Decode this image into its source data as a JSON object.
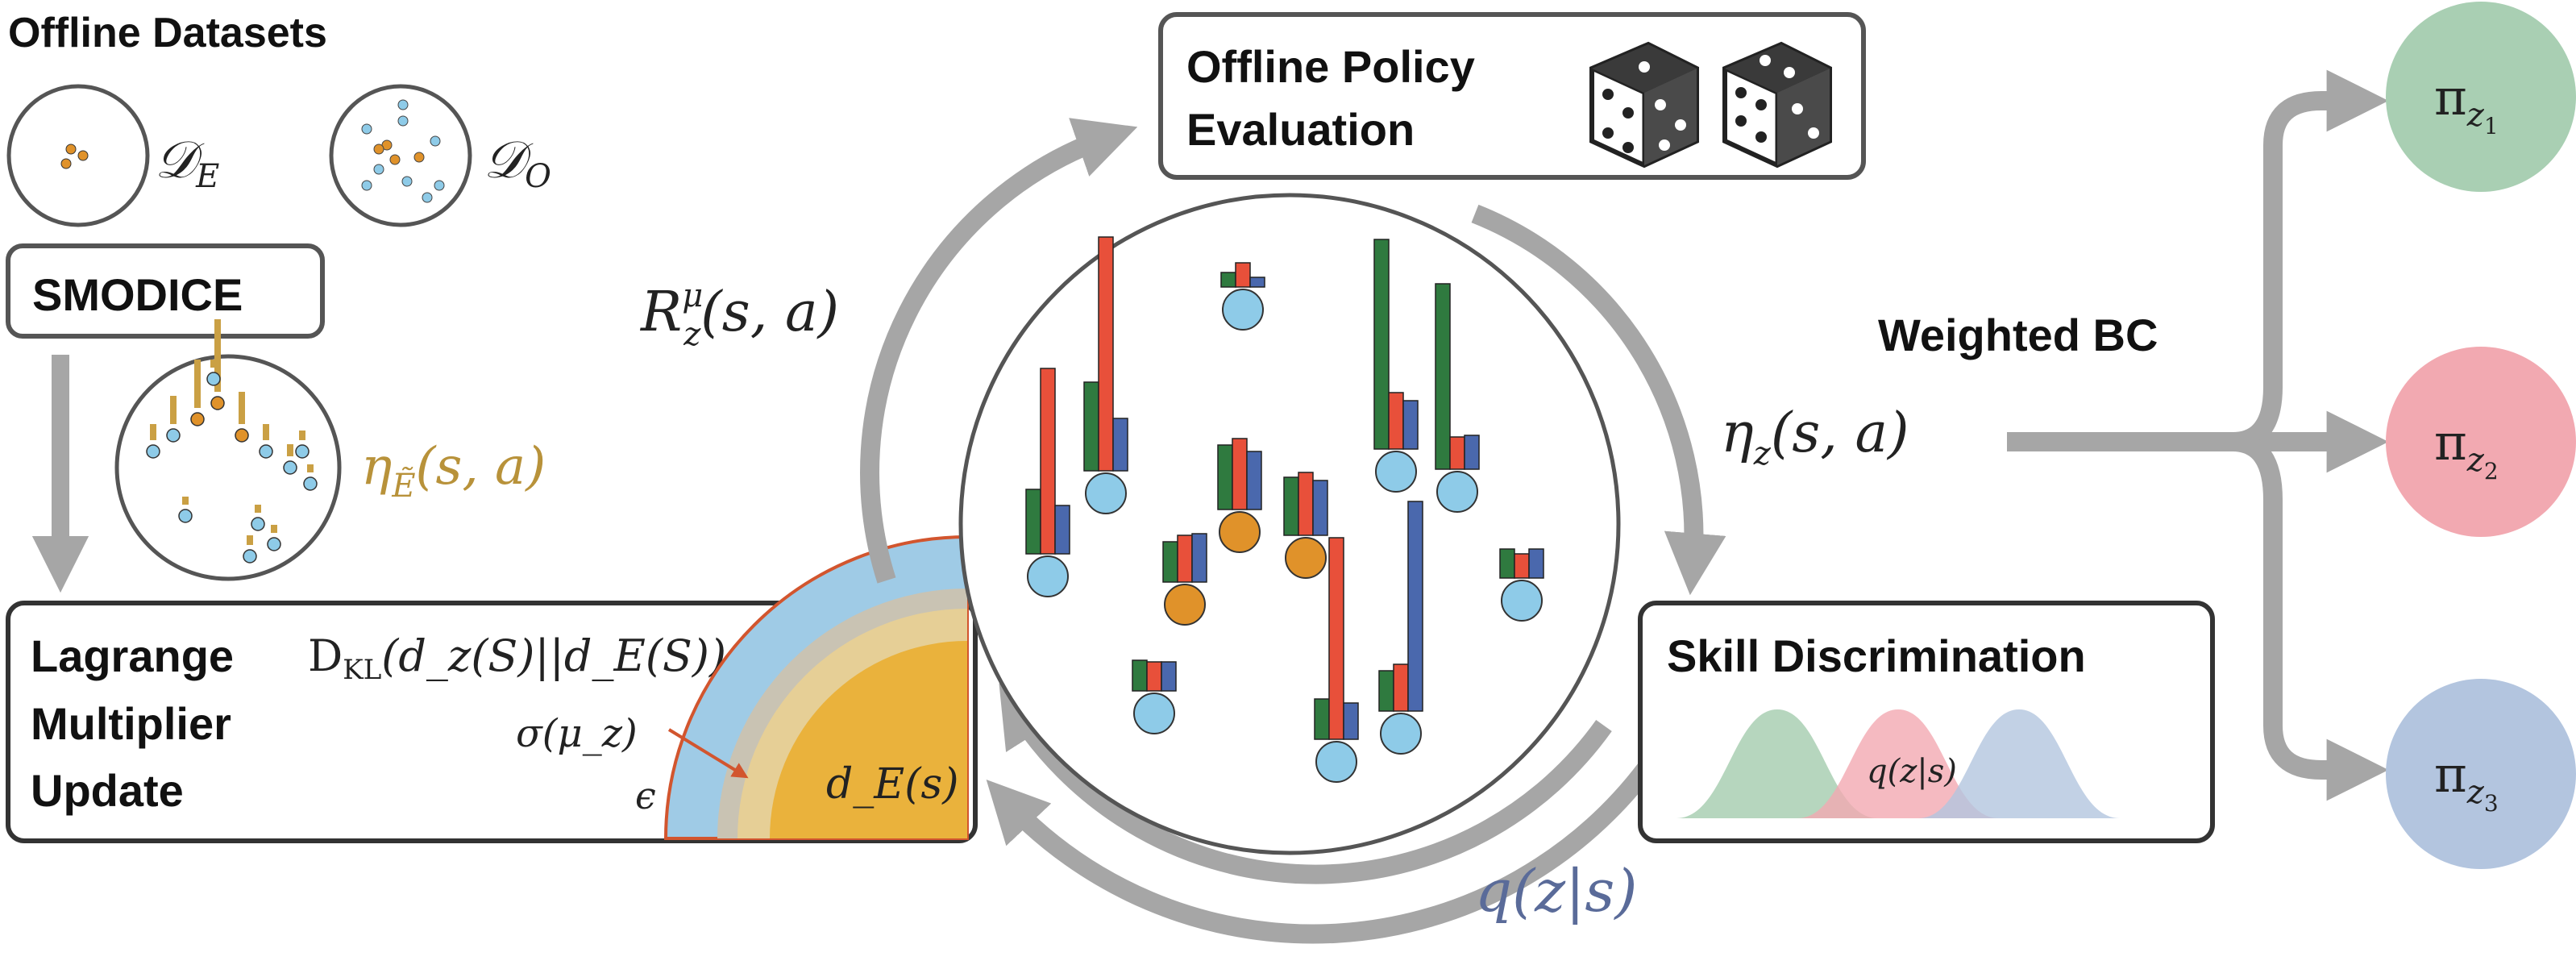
{
  "offline_datasets": {
    "title": "Offline Datasets",
    "expert_label": "𝒟",
    "expert_sub": "E",
    "other_label": "𝒟",
    "other_sub": "O"
  },
  "smodice": {
    "label": "SMODICE"
  },
  "eta_expert": {
    "text": "η",
    "sub": "Ẽ",
    "args": "(s, a)"
  },
  "lagrange": {
    "line1": "Lagrange",
    "line2": "Multiplier",
    "line3": "Update",
    "dkl_prefix": "D",
    "dkl_sub": "KL",
    "dkl_args": "(d_z(S)||d_E(S))",
    "sigma": "σ(μ_z)",
    "epsilon": "ϵ",
    "dE": "d_E(s)"
  },
  "reward": {
    "text": "R",
    "sup": "μ",
    "sub": "z",
    "args": "(s, a)"
  },
  "ope": {
    "line1": "Offline Policy",
    "line2": "Evaluation"
  },
  "eta_z": {
    "text": "η",
    "sub": "z",
    "args": "(s, a)"
  },
  "skill": {
    "title": "Skill Discrimination",
    "q_label": "q(z|s)"
  },
  "q_bottom": {
    "text": "q(z|s)"
  },
  "weighted_bc": {
    "label": "Weighted BC"
  },
  "policies": [
    {
      "pi": "π",
      "sub": "z",
      "subsub": "1",
      "color": "#a9cfb3"
    },
    {
      "pi": "π",
      "sub": "z",
      "subsub": "2",
      "color": "#f2a9b1"
    },
    {
      "pi": "π",
      "sub": "z",
      "subsub": "3",
      "color": "#b3c5df"
    }
  ],
  "colors": {
    "green": "#2f7a3f",
    "red": "#e8503a",
    "blue": "#4a68ad",
    "state_blue": "#8ecbe8",
    "state_orange": "#e0922a",
    "arrow_gray": "#a6a6a6",
    "eta_expert_color": "#b8923a",
    "q_color": "#5a6b99"
  }
}
